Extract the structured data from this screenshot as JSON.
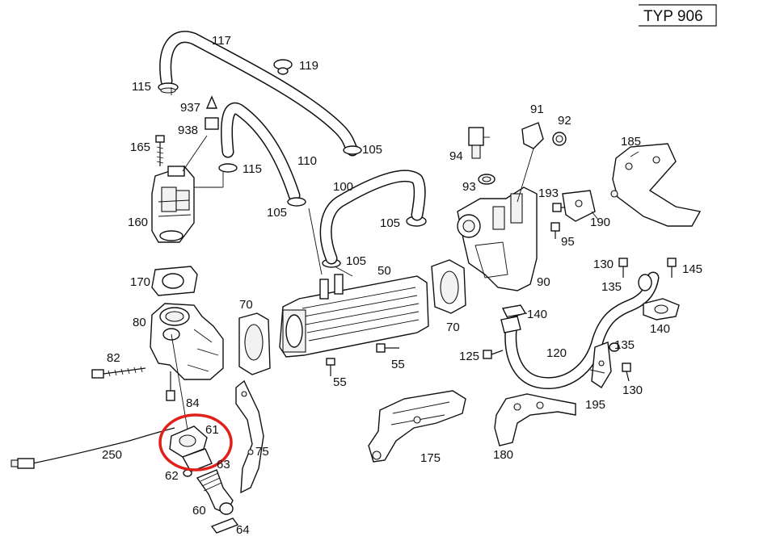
{
  "title": "TYP 906",
  "labels": {
    "l117": "117",
    "l119": "119",
    "l115a": "115",
    "l937": "937",
    "l938": "938",
    "l165": "165",
    "l115b": "115",
    "l110": "110",
    "l105a": "105",
    "l160": "160",
    "l105b": "105",
    "l100": "100",
    "l105c": "105",
    "l105d": "105",
    "l50": "50",
    "l170": "170",
    "l80": "80",
    "l70a": "70",
    "l70b": "70",
    "l82": "82",
    "l55a": "55",
    "l55b": "55",
    "l84": "84",
    "l61": "61",
    "l250": "250",
    "l63": "63",
    "l75": "75",
    "l62": "62",
    "l60": "60",
    "l64": "64",
    "l175": "175",
    "l91": "91",
    "l92": "92",
    "l94": "94",
    "l93": "93",
    "l193": "193",
    "l190": "190",
    "l95": "95",
    "l185": "185",
    "l90": "90",
    "l130a": "130",
    "l145": "145",
    "l135a": "135",
    "l140a": "140",
    "l140b": "140",
    "l125": "125",
    "l120": "120",
    "l135b": "135",
    "l130b": "130",
    "l195": "195",
    "l180": "180"
  },
  "highlight": {
    "part": "61",
    "color": "#e0201b"
  }
}
